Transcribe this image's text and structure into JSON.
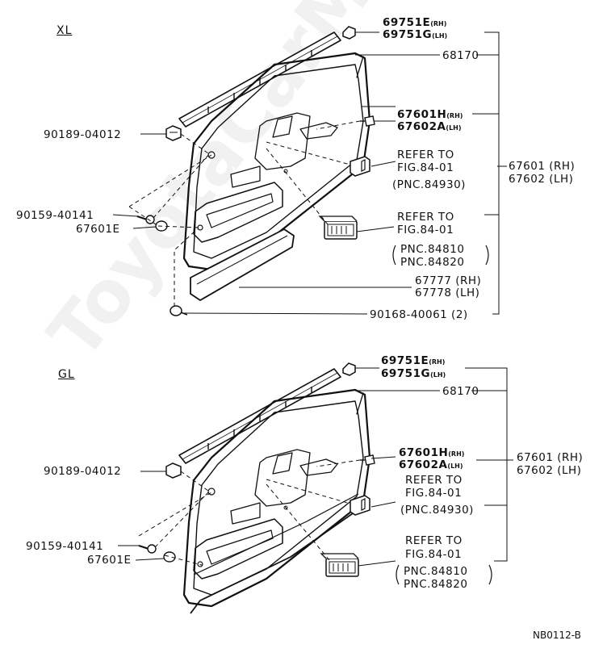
{
  "watermark": "ToyotaCarMine.ru",
  "diagram_code": "NB0112-B",
  "sections": [
    {
      "id": "xl",
      "title": "XL",
      "labels": {
        "clip_top_rh": "69751E",
        "clip_top_rh_suffix": "(RH)",
        "clip_top_lh": "69751G",
        "clip_top_lh_suffix": "(LH)",
        "weatherstrip": "68170",
        "clip_side_rh": "67601H",
        "clip_side_rh_suffix": "(RH)",
        "clip_side_lh": "67602A",
        "clip_side_lh_suffix": "(LH)",
        "ref1_line1": "REFER TO",
        "ref1_line2": "FIG.84-01",
        "ref1_line3": "(PNC.84930)",
        "ref2_line1": "REFER TO",
        "ref2_line2": "FIG.84-01",
        "ref2_line3": "PNC.84810",
        "ref2_line4": "PNC.84820",
        "panel_rh": "67601 (RH)",
        "panel_lh": "67602 (LH)",
        "armrest_rh": "67777 (RH)",
        "armrest_lh": "67778 (LH)",
        "screw_bottom": "90168-40061 (2)",
        "clip_left": "90189-04012",
        "screw_left": "90159-40141",
        "cap_left": "67601E"
      }
    },
    {
      "id": "gl",
      "title": "GL",
      "labels": {
        "clip_top_rh": "69751E",
        "clip_top_rh_suffix": "(RH)",
        "clip_top_lh": "69751G",
        "clip_top_lh_suffix": "(LH)",
        "weatherstrip": "68170",
        "clip_side_rh": "67601H",
        "clip_side_rh_suffix": "(RH)",
        "clip_side_lh": "67602A",
        "clip_side_lh_suffix": "(LH)",
        "ref1_line1": "REFER TO",
        "ref1_line2": "FIG.84-01",
        "ref1_line3": "(PNC.84930)",
        "ref2_line1": "REFER TO",
        "ref2_line2": "FIG.84-01",
        "ref2_line3": "PNC.84810",
        "ref2_line4": "PNC.84820",
        "panel_rh": "67601 (RH)",
        "panel_lh": "67602 (LH)",
        "clip_left": "90189-04012",
        "screw_left": "90159-40141",
        "cap_left": "67601E"
      }
    }
  ]
}
